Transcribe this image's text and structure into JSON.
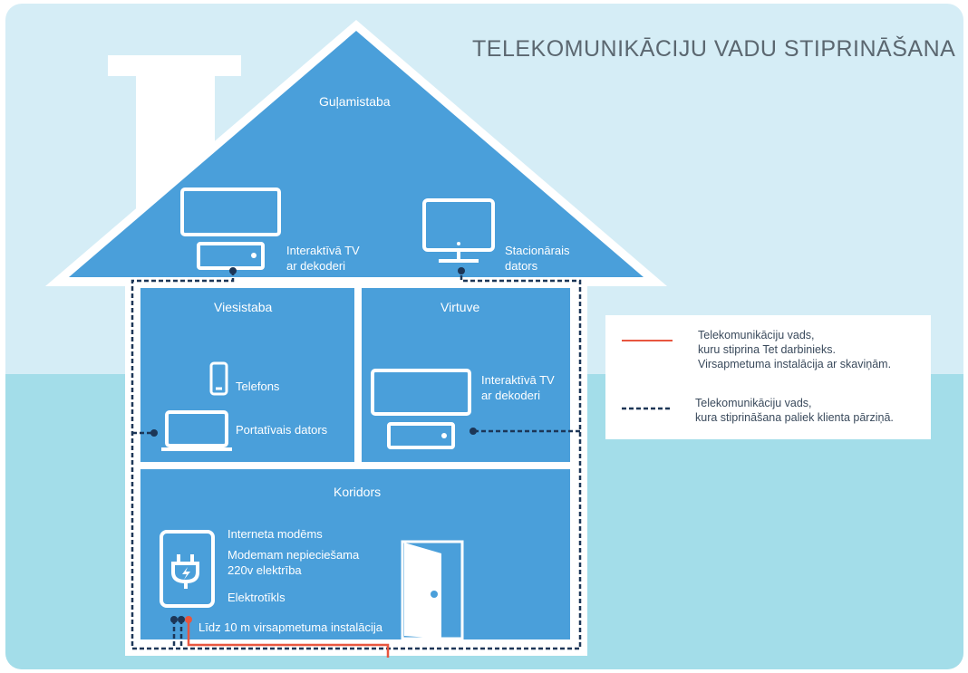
{
  "title": "TELEKOMUNIKĀCIJU VADU STIPRINĀŠANA",
  "rooms": {
    "bedroom": "Guļamistaba",
    "living_room": "Viesistaba",
    "kitchen": "Virtuve",
    "hallway": "Koridors"
  },
  "devices": {
    "bedroom_tv_line1": "Interaktīvā TV",
    "bedroom_tv_line2": "ar dekoderi",
    "desktop_line1": "Stacionārais",
    "desktop_line2": "dators",
    "phone": "Telefons",
    "laptop": "Portatīvais dators",
    "kitchen_tv_line1": "Interaktīvā TV",
    "kitchen_tv_line2": "ar dekoderi",
    "modem": "Interneta modēms",
    "power_line1": "Modemam nepieciešama",
    "power_line2": "220v elektrība",
    "socket": "Elektrotīkls",
    "install": "Līdz 10 m virsapmetuma instalācija"
  },
  "legend": {
    "red_line1": "Telekomunikāciju vads,",
    "red_line2": "kuru stiprina Tet darbinieks.",
    "red_line3": "Virsapmetuma instalācija ar skaviņām.",
    "dashed_line1": "Telekomunikāciju vads,",
    "dashed_line2": "kura stiprināšana paliek klienta pārziņā."
  },
  "colors": {
    "sky": "#d5edf6",
    "ground": "#a3dde9",
    "house": "#4a9fda",
    "cable_red": "#e8563f",
    "cable_dashed": "#1c3657"
  }
}
